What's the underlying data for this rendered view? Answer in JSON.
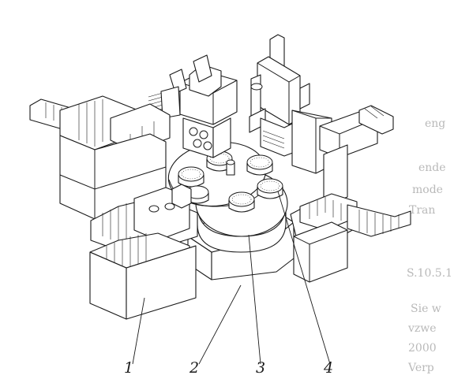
{
  "figure": {
    "callouts": [
      "1",
      "2",
      "3",
      "4"
    ]
  },
  "background_text": {
    "lines": [
      "Sie w",
      "vzwe",
      "2000",
      "Verp",
      "Tran",
      "mode",
      "ende",
      "eng",
      "S.10.5.1"
    ]
  },
  "colors": {
    "ink": "#1a1a1a",
    "paper": "#ffffff",
    "bleed": "#b9b9b9"
  }
}
